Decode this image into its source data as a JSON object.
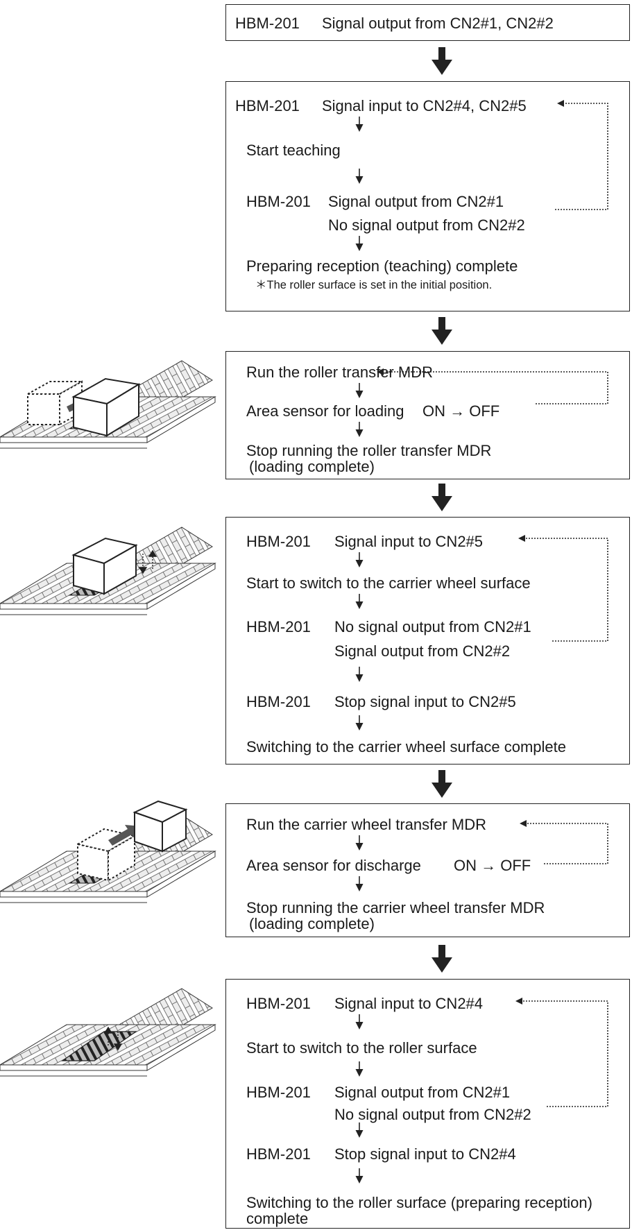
{
  "step1": {
    "device": "HBM-201",
    "text": "Signal output from CN2#1, CN2#2"
  },
  "step2": {
    "l1_device": "HBM-201",
    "l1_text": "Signal input to CN2#4, CN2#5",
    "l2": "Start teaching",
    "l3_device": "HBM-201",
    "l3_text": "Signal output from CN2#1",
    "l3b": "No signal output from CN2#2",
    "l4": "Preparing reception (teaching) complete",
    "note": "＊The roller surface is set in the initial position."
  },
  "step3": {
    "l1": "Run the roller transfer MDR",
    "l2": "Area sensor for loading",
    "l2_state": "ON → OFF",
    "l3": "Stop running the roller transfer MDR",
    "l3b": "(loading complete)"
  },
  "step4": {
    "l1_device": "HBM-201",
    "l1_text": "Signal input to CN2#5",
    "l2": "Start to switch to the carrier wheel surface",
    "l3_device": "HBM-201",
    "l3_text": "No signal output from CN2#1",
    "l3b": "Signal output from CN2#2",
    "l4_device": "HBM-201",
    "l4_text": "Stop signal input to CN2#5",
    "l5": "Switching to the carrier wheel surface complete"
  },
  "step5": {
    "l1": "Run the carrier wheel transfer MDR",
    "l2": "Area sensor for discharge",
    "l2_state": "ON → OFF",
    "l3": "Stop running the carrier wheel transfer MDR",
    "l3b": "(loading complete)"
  },
  "step6": {
    "l1_device": "HBM-201",
    "l1_text": "Signal input to CN2#4",
    "l2": "Start to switch to the roller surface",
    "l3_device": "HBM-201",
    "l3_text": "Signal output from CN2#1",
    "l3b": "No signal output from CN2#2",
    "l4_device": "HBM-201",
    "l4_text": "Stop signal input to CN2#4",
    "l5": "Switching to the roller surface (preparing reception)",
    "l5b": "complete"
  }
}
